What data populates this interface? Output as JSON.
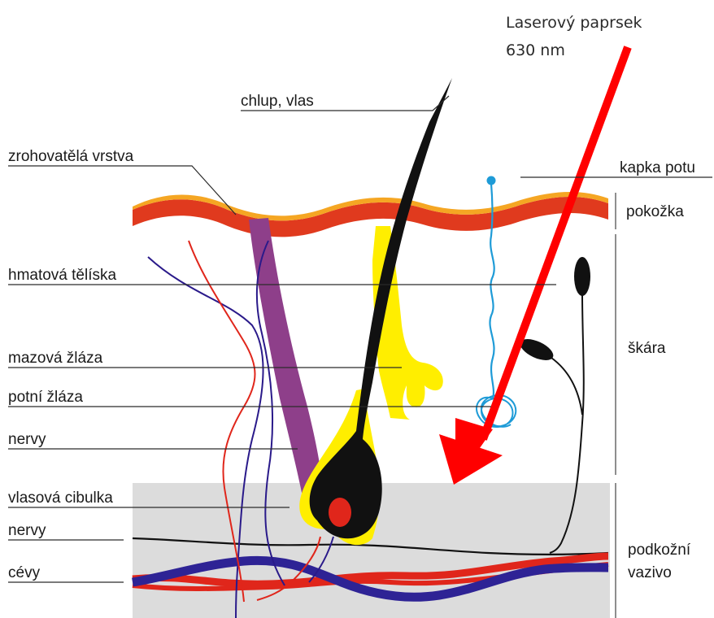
{
  "laser": {
    "line1": "Laserový paprsek",
    "line2": "630 nm"
  },
  "left_labels": {
    "hair": "chlup, vlas",
    "stratum_corneum": "zrohovatělá vrstva",
    "tactile_corpuscles": "hmatová tělíska",
    "sebaceous_gland": "mazová žláza",
    "sweat_gland": "potní žláza",
    "nerves_dermis": "nervy",
    "hair_bulb": "vlasová cibulka",
    "nerves_subcutis": "nervy",
    "vessels": "cévy"
  },
  "right_labels": {
    "sweat_drop": "kapka potu",
    "epidermis": "pokožka",
    "dermis": "škára",
    "subcutis_line1": "podkožní",
    "subcutis_line2": "vazivo"
  },
  "colors": {
    "laser_arrow": "#ff0000",
    "epidermis_outer": "#e03a1e",
    "epidermis_inner": "#f5a623",
    "hair": "#111111",
    "sebaceous_gland": "#ffee00",
    "arrector_muscle": "#8e3f8a",
    "sweat_duct": "#1e9bd7",
    "nerve": "#2a1a8a",
    "artery": "#e0261b",
    "subcutis_bg": "#dcdcdc"
  }
}
